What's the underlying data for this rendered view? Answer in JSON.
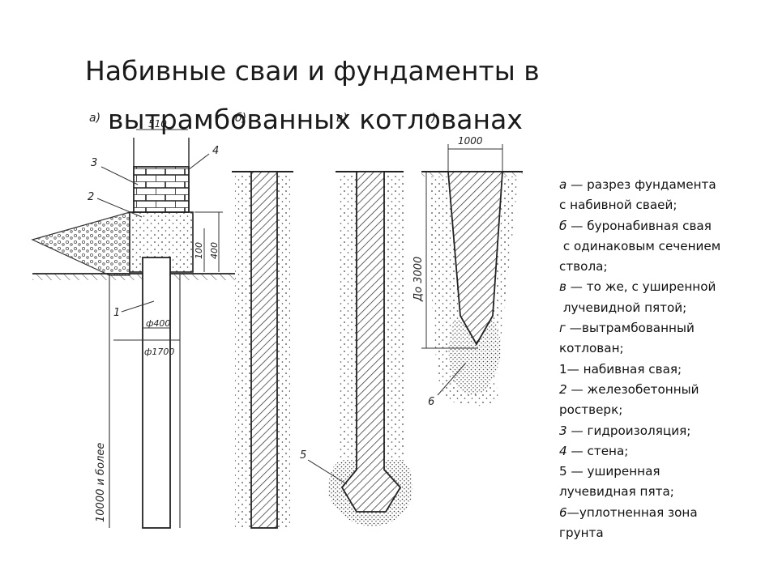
{
  "title": {
    "line1": "Набивные сваи и фундаменты в",
    "line2": "вытрамбованных котлованах"
  },
  "figure": {
    "panel_labels": [
      "a)",
      "б)",
      "в)",
      "г)"
    ],
    "callouts": [
      "1",
      "2",
      "3",
      "4",
      "5",
      "6"
    ],
    "dimensions": {
      "wall_width": "510",
      "depth_100": "100",
      "depth_400": "400",
      "diameter_400": "ф400",
      "diameter_1700": "ф1700",
      "pile_length": "10000 и более",
      "pit_width": "1000",
      "pit_depth": "До 3000"
    }
  },
  "legend": [
    {
      "key": "а",
      "text": " — разрез фундамента",
      "italic": true
    },
    {
      "key": "",
      "text": "с набивной сваей;",
      "italic": false
    },
    {
      "key": "б",
      "text": " — буронабивная свая",
      "italic": true
    },
    {
      "key": "",
      "text": " с одинаковым сечением",
      "italic": false
    },
    {
      "key": "",
      "text": "ствола;",
      "italic": false
    },
    {
      "key": "в",
      "text": " — то же, с уширенной",
      "italic": true
    },
    {
      "key": "",
      "text": " лучевидной пятой;",
      "italic": false
    },
    {
      "key": "г",
      "text": " —вытрамбованный",
      "italic": true
    },
    {
      "key": "",
      "text": "котлован;",
      "italic": false
    },
    {
      "key": "1",
      "text": "— набивная свая;",
      "italic": false
    },
    {
      "key": "2",
      "text": " — железобетонный",
      "italic": true
    },
    {
      "key": "",
      "text": "ростверк;",
      "italic": false
    },
    {
      "key": "3",
      "text": " — гидроизоляция;",
      "italic": true
    },
    {
      "key": "4",
      "text": " — стена;",
      "italic": true
    },
    {
      "key": "5",
      "text": " — уширенная",
      "italic": false
    },
    {
      "key": "",
      "text": "лучевидная пята;",
      "italic": false
    },
    {
      "key": "6",
      "text": "—уплотненная зона",
      "italic": true
    },
    {
      "key": "",
      "text": "грунта",
      "italic": false
    }
  ]
}
